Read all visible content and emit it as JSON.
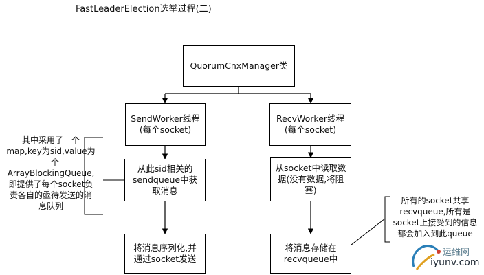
{
  "title": "FastLeaderElection选举过程(二)",
  "nodes": {
    "manager": [
      "QuorumCnxManager类"
    ],
    "send_worker": [
      "SendWorker线程",
      "(每个socket)"
    ],
    "recv_worker": [
      "RecvWorker线程",
      "(每个socket)"
    ],
    "send_fetch": [
      "从此sid相关的",
      "sendqueue中获",
      "取消息"
    ],
    "send_serialize": [
      "将消息序列化,并",
      "通过socket发送"
    ],
    "recv_read": [
      "从socket中读取数",
      "据(没有数据,将阻",
      "塞)"
    ],
    "recv_store": [
      "将消息存储在",
      "recvqueue中"
    ]
  },
  "notes": {
    "left": [
      "其中采用了一个",
      "map,key为sid,value为",
      "一个",
      "ArrayBlockingQueue,",
      "即提供了每个socket负",
      "责各自的亟待发送的消",
      "息队列"
    ],
    "right": [
      "所有的socket共享",
      "recvqueue,所有是",
      "socket上接受到的信息",
      "都会加入到此queue"
    ]
  },
  "watermark": {
    "top": "运维网",
    "bottom": "iyunv.com"
  }
}
